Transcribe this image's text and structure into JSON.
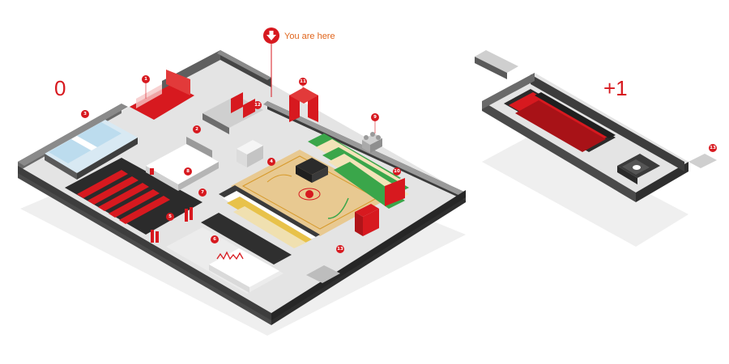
{
  "floors": [
    {
      "key": "ground",
      "label": "0"
    },
    {
      "key": "upper",
      "label": "+1"
    }
  ],
  "you_are_here": {
    "label": "You are here",
    "icon": "arrow-down-icon"
  },
  "markers": [
    "1",
    "2",
    "3",
    "4",
    "5",
    "6",
    "7",
    "8",
    "9",
    "10",
    "11",
    "12",
    "13",
    "13"
  ],
  "colors": {
    "accent": "#d7191f",
    "wall_dark": "#3a3a3a",
    "wall_mid": "#6d6d6d",
    "floor": "#e6e6e6",
    "shadow": "#f0f0f0",
    "court_wood": "#e8c991",
    "bleacher_green": "#3aa64a",
    "glass": "#bcdcee",
    "you_are_here_text": "#e0651c"
  }
}
